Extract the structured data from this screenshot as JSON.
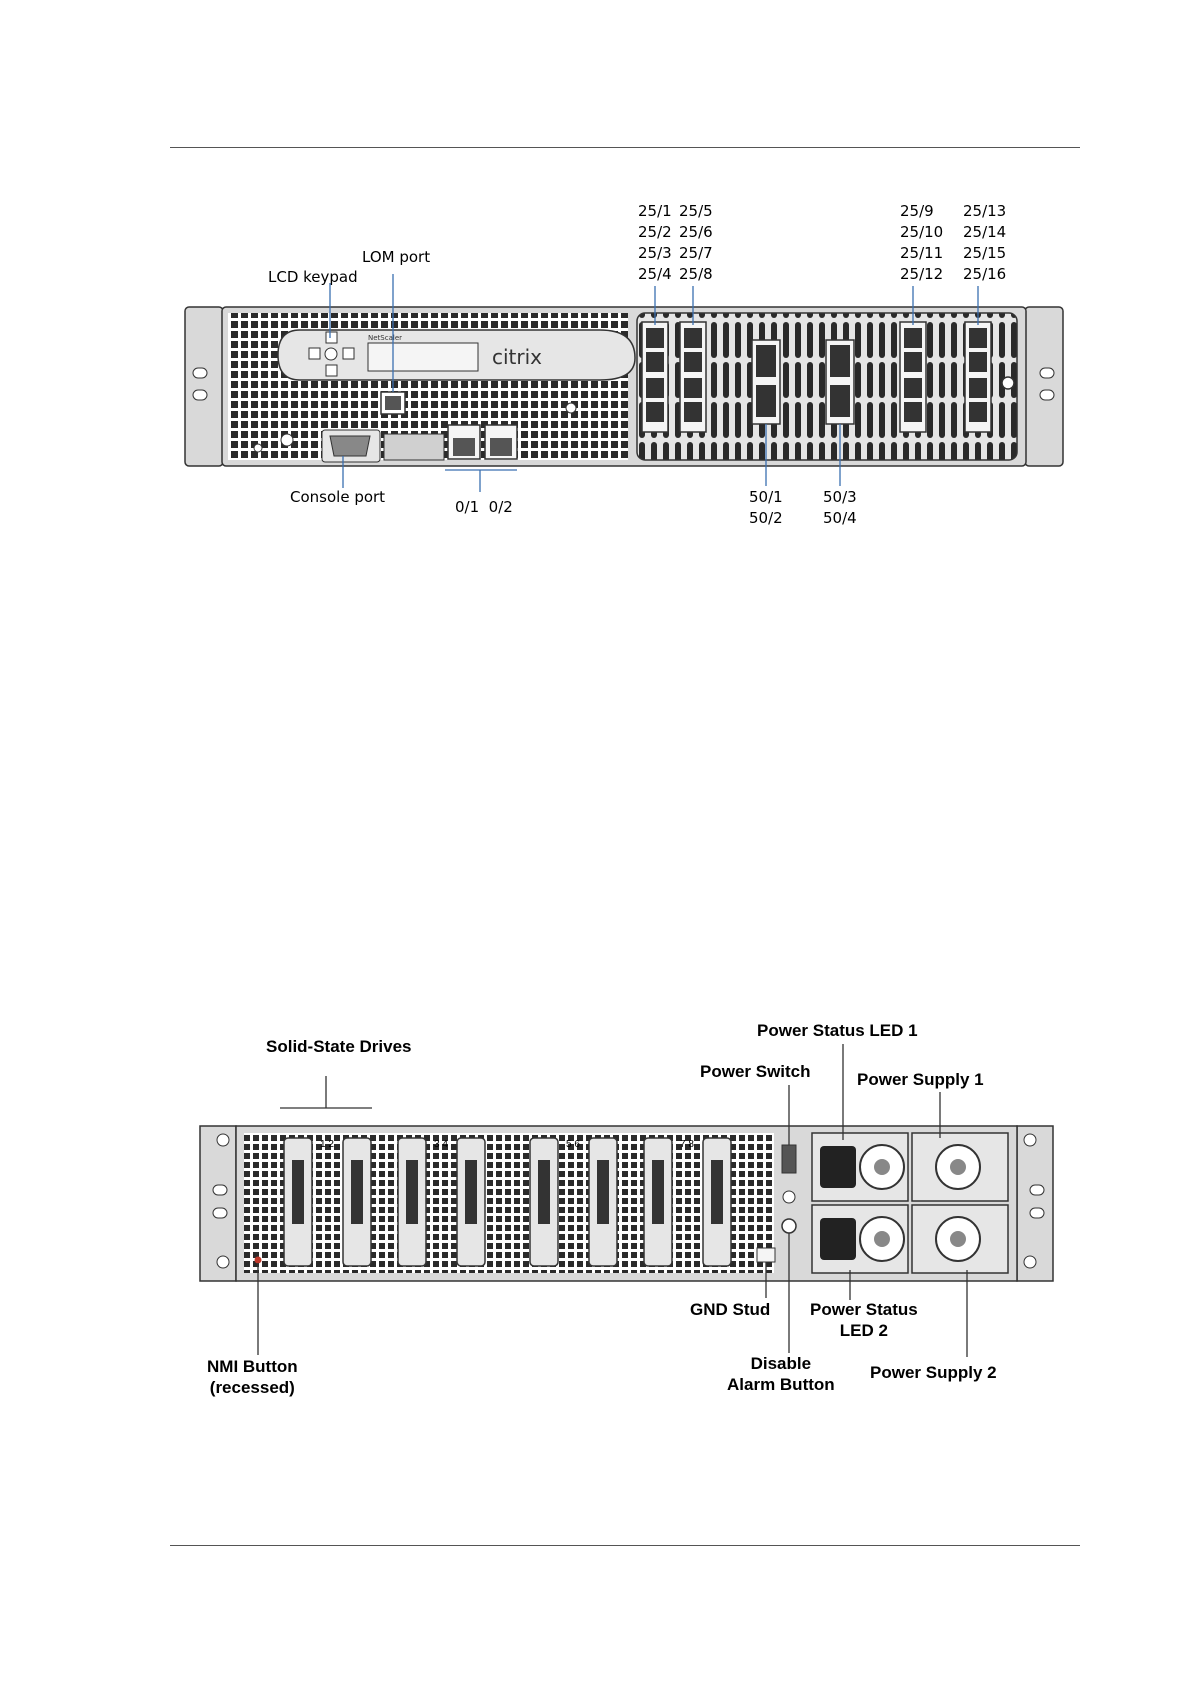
{
  "front_panel": {
    "callouts": {
      "lcd_keypad": "LCD keypad",
      "lom_port": "LOM port",
      "console_port": "Console port",
      "mgmt_ports": "0/1  0/2"
    },
    "port_columns": [
      [
        "25/1",
        "25/2",
        "25/3",
        "25/4"
      ],
      [
        "25/5",
        "25/6",
        "25/7",
        "25/8"
      ],
      [
        "25/9",
        "25/10",
        "25/11",
        "25/12"
      ],
      [
        "25/13",
        "25/14",
        "25/15",
        "25/16"
      ]
    ],
    "bottom_ports": [
      [
        "50/1",
        "50/2"
      ],
      [
        "50/3",
        "50/4"
      ]
    ],
    "bezel": {
      "brand_small": "NetScaler",
      "brand_logo": "citrix"
    }
  },
  "rear_panel": {
    "callouts": {
      "solid_state_drives": "Solid-State Drives",
      "power_status_led_1": "Power Status LED 1",
      "power_switch": "Power Switch",
      "power_supply_1": "Power Supply 1",
      "gnd_stud": "GND Stud",
      "power_status_led_2_line1": "Power Status",
      "power_status_led_2_line2": "LED 2",
      "disable_alarm_line1": "Disable",
      "disable_alarm_line2": "Alarm Button",
      "power_supply_2": "Power Supply 2",
      "nmi_line1": "NMI Button",
      "nmi_line2": "(recessed)"
    },
    "drive_bay_numbers": [
      "1 2",
      "3 4",
      "5 6",
      "7 8"
    ]
  },
  "colors": {
    "callout_line_front": "#3a6fb0",
    "callout_line_rear": "#333333",
    "chassis": "#d9d9d9",
    "nmi_button": "#c0392b"
  }
}
